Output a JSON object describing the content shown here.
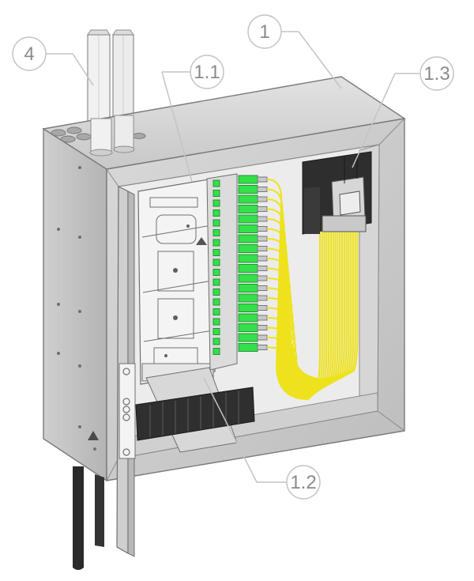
{
  "callouts": [
    {
      "id": "c1",
      "label": "1"
    },
    {
      "id": "c11",
      "label": "1.1"
    },
    {
      "id": "c12",
      "label": "1.2"
    },
    {
      "id": "c13",
      "label": "1.3"
    },
    {
      "id": "c4",
      "label": "4"
    }
  ],
  "colors": {
    "metal_light": "#d7d7d7",
    "metal_mid": "#b9b9b9",
    "metal_dark": "#9a9a9a",
    "interior": "#e9e9e9",
    "connector_green": "#33e04a",
    "fiber_yellow": "#eee21c",
    "block_black": "#2b2b2b",
    "cable_dark": "#2a2a2a",
    "callout_stroke": "#c4c4c4",
    "callout_text": "#8a8a8a"
  },
  "connector_rows": 18
}
